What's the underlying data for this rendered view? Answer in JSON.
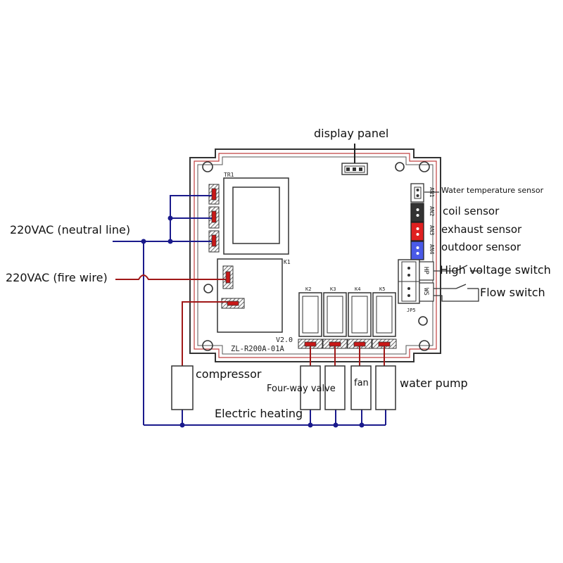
{
  "labels": {
    "display_panel": "display panel",
    "neutral_line": "220VAC (neutral line)",
    "fire_wire": "220VAC (fire wire)",
    "water_temp_sensor": "Water temperature sensor",
    "coil_sensor": "coil sensor",
    "exhaust_sensor": "exhaust sensor",
    "outdoor_sensor": "outdoor sensor",
    "high_voltage_switch": "High voltage switch",
    "flow_switch": "Flow switch",
    "compressor": "compressor",
    "four_way_valve": "Four-way valve",
    "fan": "fan",
    "water_pump": "water pump",
    "electric_heating": "Electric heating"
  },
  "board": {
    "tr1": "TR1",
    "k1": "K1",
    "version": "V2.0",
    "model": "ZL-R200A-01A",
    "jp5": "JP5",
    "hp": "HP",
    "ws": "WS",
    "relays": [
      "K2",
      "K3",
      "K4",
      "K5"
    ],
    "sensor_ports": [
      "AN1",
      "AN2",
      "AN3",
      "AN4"
    ]
  },
  "colors": {
    "neutral_wire": "#1a1a8c",
    "fire_wire": "#a01818",
    "port_an2": "#333333",
    "port_an3": "#e02020",
    "port_an4": "#4a5ae8",
    "board_outline": "#333333",
    "board_trace": "#c04040"
  }
}
